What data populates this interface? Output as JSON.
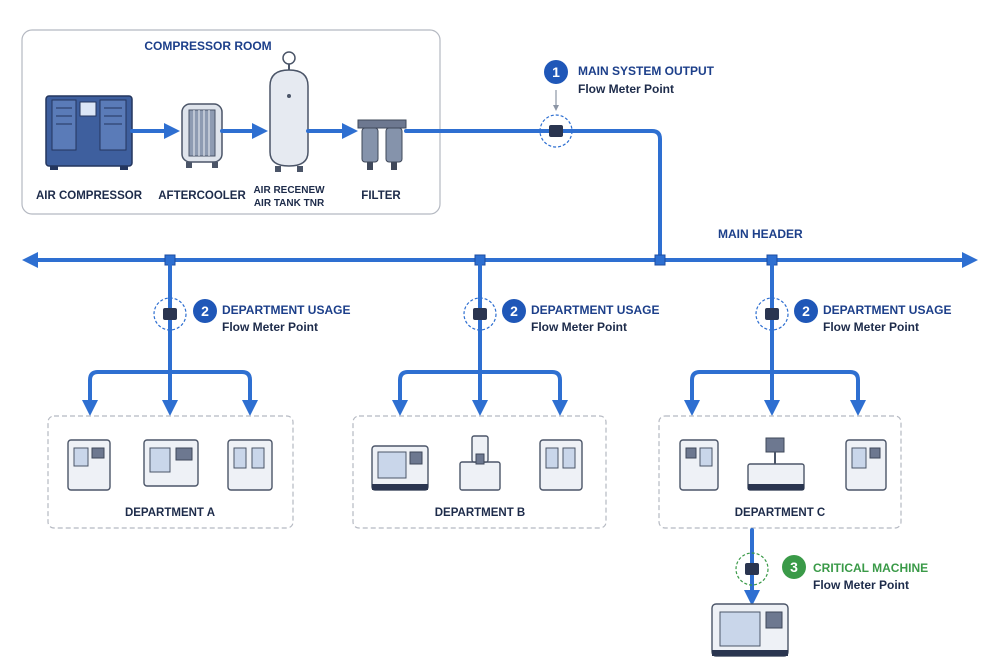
{
  "compressor_room": {
    "title": "COMPRESSOR ROOM",
    "air_compressor": "AIR COMPRESSOR",
    "aftercooler": "AFTERCOOLER",
    "receiver_line1": "AIR RECENEW",
    "receiver_line2": "AIR TANK TNR",
    "filter": "FILTER"
  },
  "main_output": {
    "badge": "1",
    "title": "MAIN SYSTEM OUTPUT",
    "subtitle": "Flow Meter Point"
  },
  "main_header": {
    "label": "MAIN HEADER"
  },
  "department_meters": [
    {
      "badge": "2",
      "title": "DEPARTMENT USAGE",
      "subtitle": "Flow Meter Point"
    },
    {
      "badge": "2",
      "title": "DEPARTMENT USAGE",
      "subtitle": "Flow Meter Point"
    },
    {
      "badge": "2",
      "title": "DEPARTMENT USAGE",
      "subtitle": "Flow Meter Point"
    }
  ],
  "departments": [
    {
      "name": "DEPARTMENT A"
    },
    {
      "name": "DEPARTMENT B"
    },
    {
      "name": "DEPARTMENT C"
    }
  ],
  "critical": {
    "badge": "3",
    "title": "CRITICAL MACHINE",
    "subtitle": "Flow Meter Point"
  },
  "colors": {
    "pipe": "#2e6fd1",
    "badge_blue": "#1f57b8",
    "badge_green": "#3a9a48",
    "label_blue": "#1c3f8a"
  }
}
